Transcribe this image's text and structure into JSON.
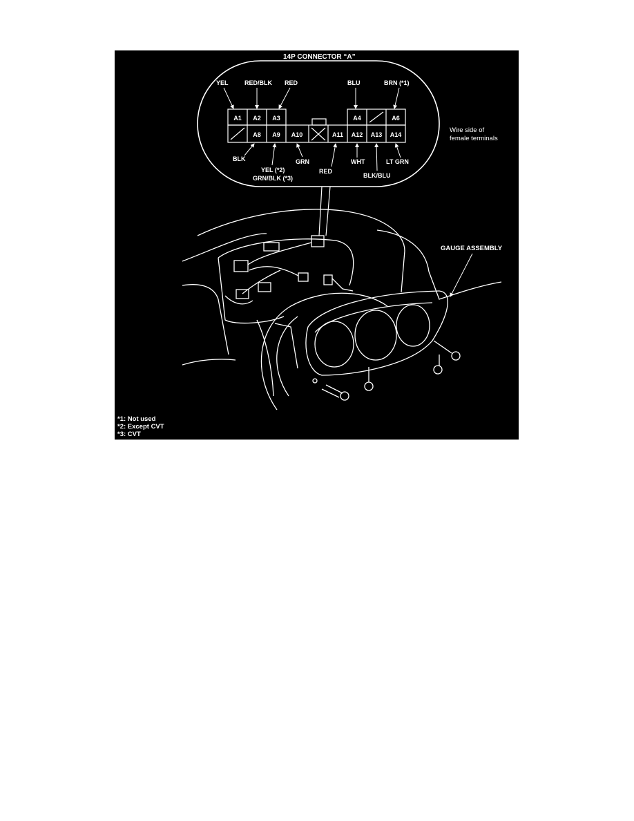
{
  "connector": {
    "title": "14P CONNECTOR “A”",
    "note_line1": "Wire side of",
    "note_line2": "female terminals",
    "top_row": [
      "A1",
      "A2",
      "A3",
      "A4",
      "A6"
    ],
    "bottom_row": [
      "A8",
      "A9",
      "A10",
      "A11",
      "A12",
      "A13",
      "A14"
    ],
    "wires_top": [
      "YEL",
      "RED/BLK",
      "RED",
      "BLU",
      "BRN (*1)"
    ],
    "wires_bottom": [
      "BLK",
      "YEL (*2)",
      "GRN/BLK (*3)",
      "GRN",
      "RED",
      "WHT",
      "BLK/BLU",
      "LT GRN"
    ]
  },
  "callout": {
    "gauge_assembly": "GAUGE ASSEMBLY"
  },
  "footnotes": [
    "*1: Not used",
    "*2: Except CVT",
    "*3: CVT"
  ],
  "colors": {
    "background": "#000000",
    "line": "#ffffff"
  }
}
